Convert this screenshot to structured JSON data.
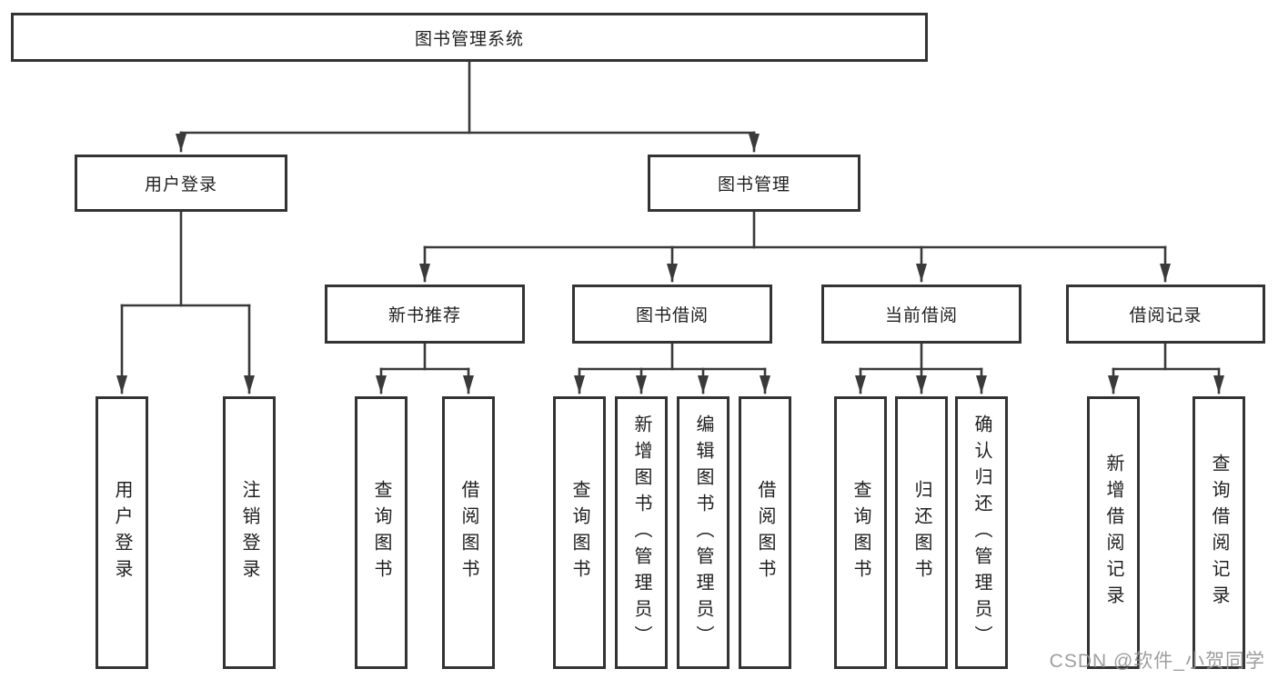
{
  "diagram_type": "hierarchy",
  "colors": {
    "line": "#3a3a3a",
    "box_border": "#333333",
    "text": "#1f1f1f",
    "background": "#ffffff",
    "watermark": "#939393"
  },
  "tree": {
    "root": "图书管理系统",
    "branches": [
      {
        "label": "用户登录",
        "children": [
          "用户登录",
          "注销登录"
        ]
      },
      {
        "label": "图书管理",
        "sections": [
          {
            "label": "新书推荐",
            "children": [
              "查询图书",
              "借阅图书"
            ]
          },
          {
            "label": "图书借阅",
            "children": [
              "查询图书",
              "新增图书（管理员）",
              "编辑图书（管理员）",
              "借阅图书"
            ]
          },
          {
            "label": "当前借阅",
            "children": [
              "查询图书",
              "归还图书",
              "确认归还（管理员）"
            ]
          },
          {
            "label": "借阅记录",
            "children": [
              "新增借阅记录",
              "查询借阅记录"
            ]
          }
        ]
      }
    ]
  },
  "watermark": {
    "text": "CSDN @软件_小贺同学"
  }
}
